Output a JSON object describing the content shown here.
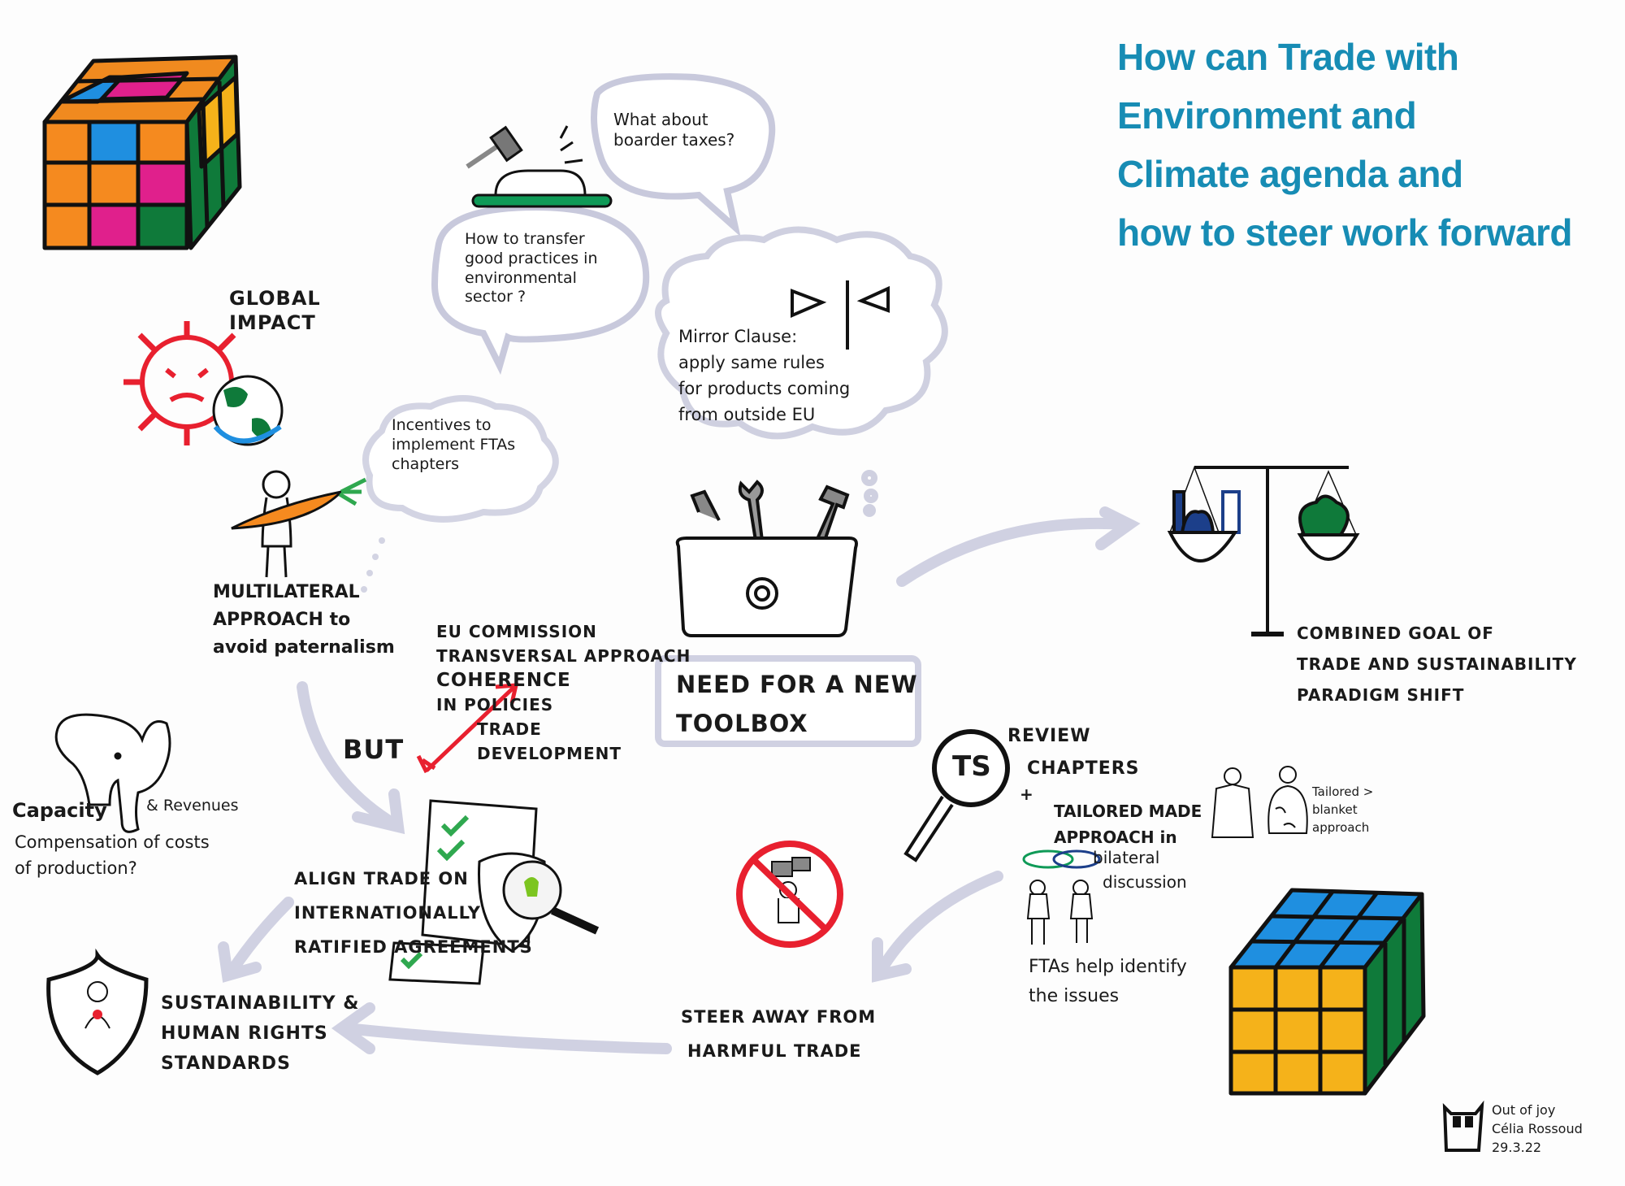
{
  "title": {
    "lines": [
      "How can Trade with",
      "Environment and",
      "Climate agenda and",
      "how to steer work forward"
    ],
    "color": "#178cb4"
  },
  "global_impact": [
    "GLOBAL",
    "IMPACT"
  ],
  "bubbles": {
    "border_taxes": [
      "What about",
      "boarder taxes?"
    ],
    "good_practices": [
      "How to transfer",
      "good practices in",
      "environmental",
      "sector ?"
    ],
    "mirror_clause": [
      "Mirror Clause:",
      "apply same rules",
      "for products coming",
      "from outside EU"
    ],
    "incentives": [
      "Incentives to",
      "implement FTAs",
      "chapters"
    ]
  },
  "multilateral": [
    "MULTILATERAL",
    "APPROACH to",
    "avoid paternalism"
  ],
  "eu_commission": [
    "EU COMMISSION",
    "TRANSVERSAL APPROACH",
    "COHERENCE",
    "IN POLICIES",
    "TRADE",
    "DEVELOPMENT"
  ],
  "but": "BUT",
  "toolbox": [
    "NEED FOR A NEW",
    "TOOLBOX"
  ],
  "combined_goal": [
    "COMBINED GOAL OF",
    "TRADE AND SUSTAINABILITY",
    "PARADIGM SHIFT"
  ],
  "elephant": {
    "capacity": "Capacity",
    "revenues": "& Revenues",
    "compensation": [
      "Compensation of costs",
      "of production?"
    ]
  },
  "align_trade": [
    "ALIGN TRADE ON",
    "INTERNATIONALLY",
    "RATIFIED AGREEMENTS"
  ],
  "sustainability": [
    "SUSTAINABILITY &",
    "HUMAN RIGHTS",
    "STANDARDS"
  ],
  "steer_away": [
    "STEER AWAY FROM",
    "HARMFUL TRADE"
  ],
  "magnifier_label": "TS",
  "review": [
    "REVIEW",
    "CHAPTERS",
    "+"
  ],
  "tailored": [
    "TAILORED MADE",
    "APPROACH in",
    "bilateral",
    "discussion"
  ],
  "tailored_note": [
    "Tailored >",
    "blanket",
    "approach"
  ],
  "ftas": [
    "FTAs help identify",
    "the issues"
  ],
  "signature": [
    "Out of joy",
    "Célia Rossoud",
    "29.3.22"
  ],
  "colors": {
    "red": "#e8202f",
    "orange": "#f58a1f",
    "blue": "#1f8fe0",
    "green": "#0f7a3a",
    "yellow": "#f5b21a",
    "pink": "#e0208c",
    "arrow": "#d0d1e2"
  }
}
